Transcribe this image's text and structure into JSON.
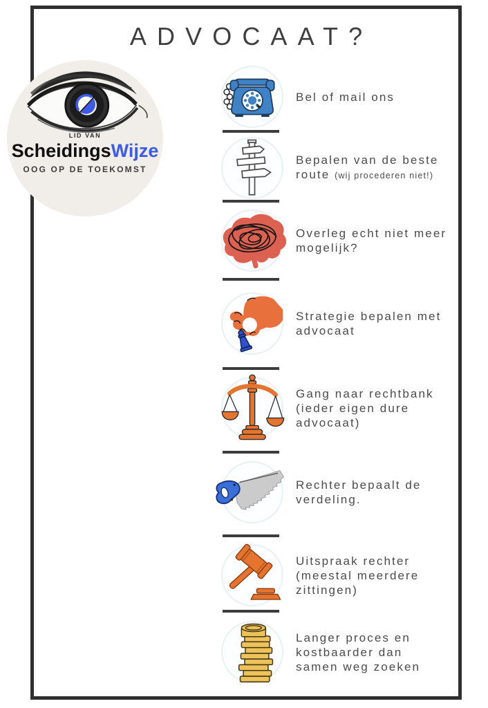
{
  "page": {
    "title": "ADVOCAAT?"
  },
  "logo": {
    "lid_van": "LID VAN",
    "brand_black": "Scheidings",
    "brand_blue": "Wijze",
    "tagline": "OOG OP DE TOEKOMST"
  },
  "steps": [
    {
      "icon": "telephone-icon",
      "lines": [
        "Bel of mail ons"
      ]
    },
    {
      "icon": "signpost-icon",
      "lines": [
        "Bepalen van de beste"
      ],
      "line2_main": "route",
      "line2_small": "(wij procederen niet!)"
    },
    {
      "icon": "brain-scribble-icon",
      "lines": [
        "Overleg echt niet meer",
        "mogelijk?"
      ]
    },
    {
      "icon": "hand-chess-pawn-icon",
      "lines": [
        "Strategie bepalen met",
        "advocaat"
      ]
    },
    {
      "icon": "scales-of-justice-icon",
      "lines": [
        "Gang naar rechtbank",
        "(ieder eigen dure",
        "advocaat)"
      ]
    },
    {
      "icon": "saw-icon",
      "lines": [
        "Rechter bepaalt de",
        "verdeling."
      ]
    },
    {
      "icon": "gavel-icon",
      "lines": [
        "Uitspraak rechter",
        "(meestal meerdere",
        "zittingen)"
      ]
    },
    {
      "icon": "coin-stack-icon",
      "lines": [
        "Langer proces en",
        "kostbaarder dan",
        "samen weg zoeken"
      ]
    }
  ],
  "colors": {
    "frame_dark": "#2f2f2f",
    "title_text": "#3f3f3f",
    "body_text": "#4b4b4b",
    "brand_blue": "#3d5ae8",
    "phone_blue": "#3f83c6",
    "brain_red": "#dd6150",
    "hand_orange": "#e8703c",
    "pawn_blue": "#2e4fd0",
    "scales_orange": "#e5742e",
    "saw_handle_blue": "#3a6fd8",
    "coin_gold": "#edc25a",
    "logo_badge_bg": "#f1ede9"
  }
}
